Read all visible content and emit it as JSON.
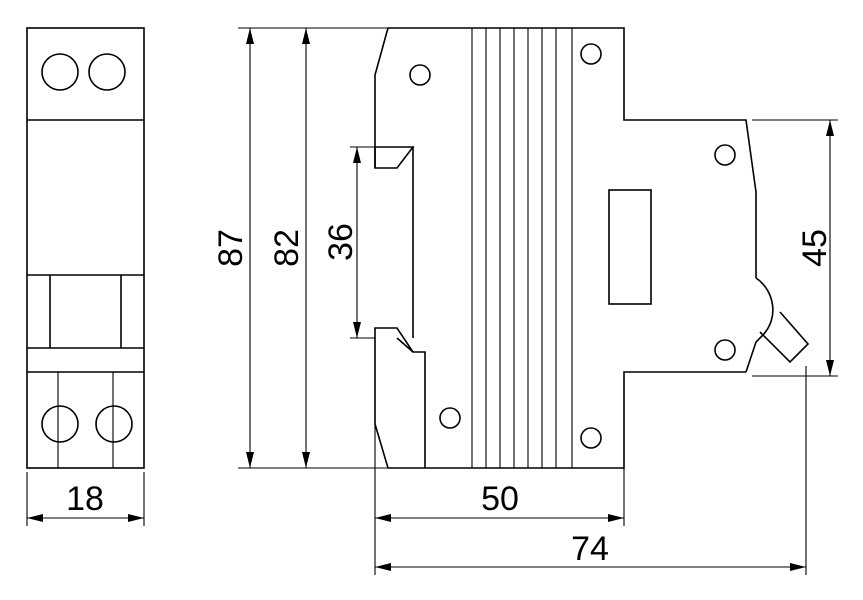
{
  "dimensions": {
    "front_width": "18",
    "total_height": "87",
    "body_height": "82",
    "din_rail_height": "36",
    "front_height": "45",
    "base_depth": "50",
    "total_depth": "74"
  },
  "colors": {
    "line": "#000000",
    "background": "#ffffff"
  }
}
